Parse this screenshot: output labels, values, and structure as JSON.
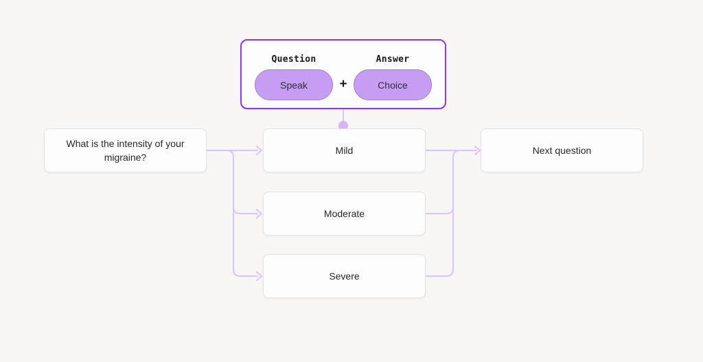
{
  "colors": {
    "background": "#f7f6f5",
    "accent_purple": "#8e33e9",
    "pill_fill": "#c69df2",
    "pill_border": "#a87ae2",
    "connector": "#dcc3f7",
    "dot": "#d8b4f6",
    "node_text": "#27272a"
  },
  "legend_card": {
    "question_label": "Question",
    "question_pill": "Speak",
    "plus": "+",
    "answer_label": "Answer",
    "answer_pill": "Choice"
  },
  "nodes": {
    "question": {
      "label": "What is the intensity of your migraine?"
    },
    "mild": {
      "label": "Mild"
    },
    "moderate": {
      "label": "Moderate"
    },
    "severe": {
      "label": "Severe"
    },
    "next": {
      "label": "Next question"
    }
  }
}
